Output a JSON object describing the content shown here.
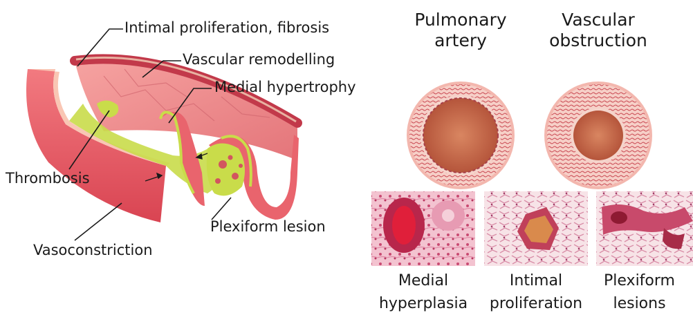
{
  "vessel_labels": {
    "intimal": "Intimal proliferation, fibrosis",
    "remodelling": "Vascular remodelling",
    "medial": "Medial hypertrophy",
    "thrombosis": "Thrombosis",
    "plexiform": "Plexiform lesion",
    "vasoconstriction": "Vasoconstriction"
  },
  "cross_sections": [
    {
      "line1": "Pulmonary",
      "line2": "artery"
    },
    {
      "line1": "Vascular",
      "line2": "obstruction"
    }
  ],
  "histology": [
    {
      "line1": "Medial",
      "line2": "hyperplasia"
    },
    {
      "line1": "Intimal",
      "line2": "proliferation"
    },
    {
      "line1": "Plexiform",
      "line2": "lesions"
    }
  ],
  "colors": {
    "vessel_outer": "#e8616b",
    "vessel_wall": "#f08a8e",
    "lesion": "#c9dc4a",
    "lumen": "#c8674a"
  }
}
